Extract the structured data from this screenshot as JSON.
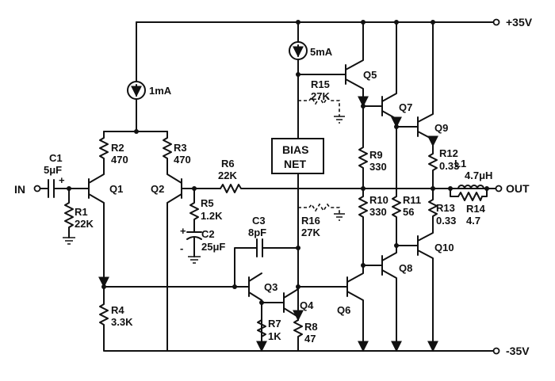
{
  "supply": {
    "positive": "+35V",
    "negative": "-35V"
  },
  "io": {
    "input": "IN",
    "output": "OUT"
  },
  "sources": {
    "tail": "1mA",
    "vas": "5mA"
  },
  "bias_net": {
    "line1": "BIAS",
    "line2": "NET"
  },
  "transistors": {
    "q1": "Q1",
    "q2": "Q2",
    "q3": "Q3",
    "q4": "Q4",
    "q5": "Q5",
    "q6": "Q6",
    "q7": "Q7",
    "q8": "Q8",
    "q9": "Q9",
    "q10": "Q10"
  },
  "components": {
    "c1": {
      "name": "C1",
      "value": "5μF"
    },
    "c2": {
      "name": "C2",
      "value": "25μF"
    },
    "c3": {
      "name": "C3",
      "value": "8pF"
    },
    "r1": {
      "name": "R1",
      "value": "22K"
    },
    "r2": {
      "name": "R2",
      "value": "470"
    },
    "r3": {
      "name": "R3",
      "value": "470"
    },
    "r4": {
      "name": "R4",
      "value": "3.3K"
    },
    "r5": {
      "name": "R5",
      "value": "1.2K"
    },
    "r6": {
      "name": "R6",
      "value": "22K"
    },
    "r7": {
      "name": "R7",
      "value": "1K"
    },
    "r8": {
      "name": "R8",
      "value": "47"
    },
    "r9": {
      "name": "R9",
      "value": "330"
    },
    "r10": {
      "name": "R10",
      "value": "330"
    },
    "r11": {
      "name": "R11",
      "value": "56"
    },
    "r12": {
      "name": "R12",
      "value": "0.33"
    },
    "r13": {
      "name": "R13",
      "value": "0.33"
    },
    "r14": {
      "name": "R14",
      "value": "4.7"
    },
    "r15": {
      "name": "R15",
      "value": "27K"
    },
    "r16": {
      "name": "R16",
      "value": "27K"
    },
    "l1": {
      "name": "L1",
      "value": "4.7μH"
    }
  },
  "polarity": {
    "plus": "+",
    "minus": "-"
  }
}
